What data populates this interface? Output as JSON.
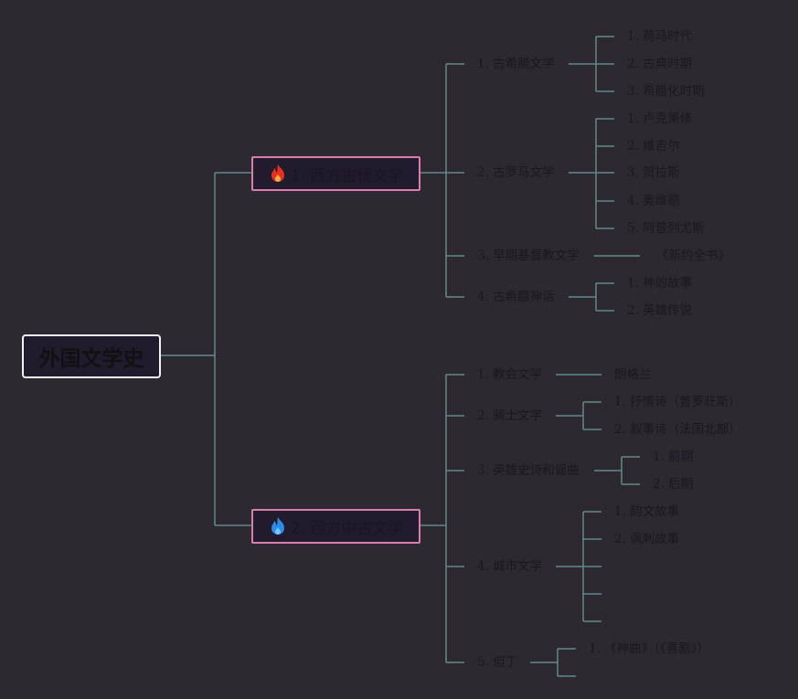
{
  "root": {
    "label": "外国文学史"
  },
  "branch1": {
    "label": "1. 西方古代文学",
    "icon": "fire-icon",
    "icon_color": "#e8321e",
    "children": [
      {
        "label": "1. 古希腊文学",
        "children": [
          "1. 荷马时代",
          "2. 古典时期",
          "3. 希腊化时期"
        ]
      },
      {
        "label": "2. 古罗马文学",
        "children": [
          "1. 卢克莱修",
          "2. 维吉尔",
          "3. 贺拉斯",
          "4. 奥维德",
          "5. 阿普列尤斯"
        ]
      },
      {
        "label": "3. 早期基督教文学",
        "children": [
          "《新约全书》"
        ]
      },
      {
        "label": "4. 古希腊神话",
        "children": [
          "1. 神的故事",
          "2. 英雄传说"
        ]
      }
    ]
  },
  "branch2": {
    "label": "2. 西方中古文学",
    "icon": "fire-icon",
    "icon_color": "#2a8ee8",
    "children": [
      {
        "label": "1. 教会文学",
        "children": [
          "朗格兰"
        ]
      },
      {
        "label": "2. 骑士文学",
        "children": [
          "1. 抒情诗（普罗旺斯）",
          "2. 叙事诗（法国北部）"
        ]
      },
      {
        "label": "3. 英雄史诗和谣曲",
        "children": [
          "1. 前期",
          "2. 后期"
        ]
      },
      {
        "label": "4. 城市文学",
        "children": [
          "1. 韵文故事",
          "2. 讽刺故事",
          "",
          "",
          ""
        ]
      },
      {
        "label": "5. 但丁",
        "children": [
          "1. 《神曲》（《喜剧》）",
          ""
        ]
      }
    ]
  },
  "colors": {
    "background": "#2e2930",
    "connector": "#5e8c88",
    "root_border": "#f2f2f2",
    "branch_border": "#d97fae",
    "node_fill": "#221b2e"
  }
}
